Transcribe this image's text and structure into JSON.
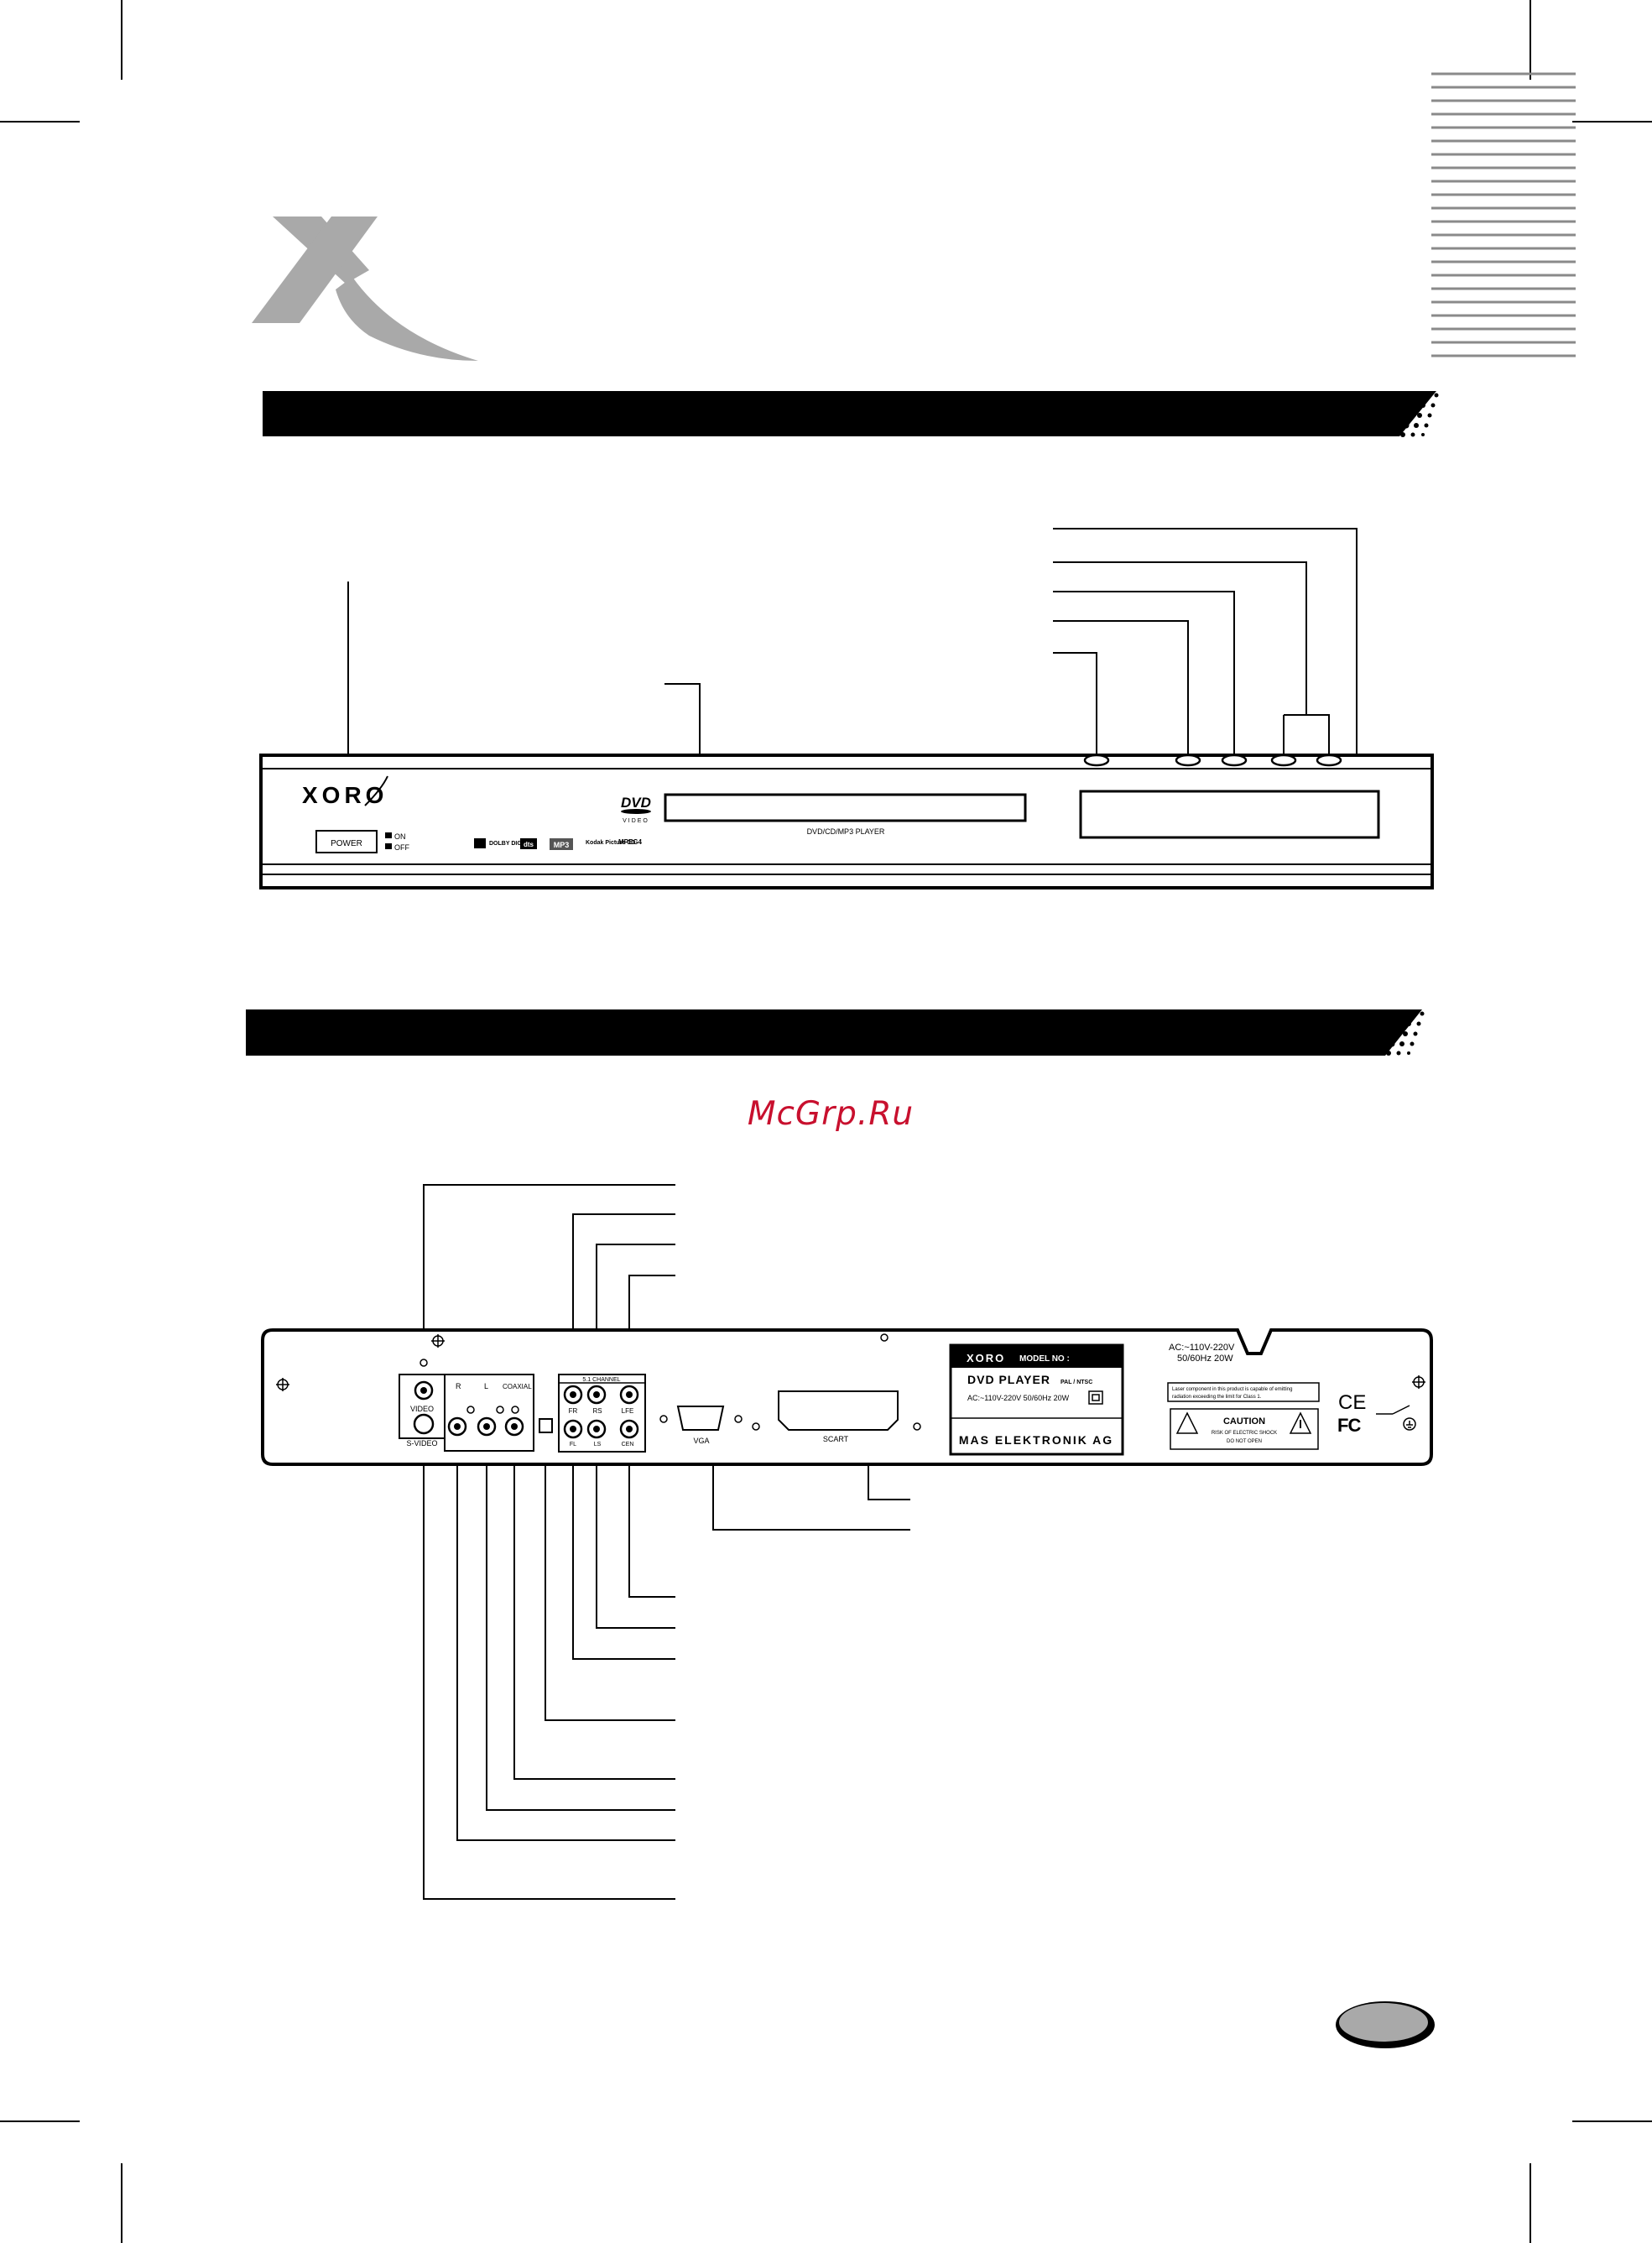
{
  "brand": {
    "logo_letter": "X",
    "name": "XORO"
  },
  "front_panel": {
    "power_button": "POWER",
    "power_on": "ON",
    "power_off": "OFF",
    "dvd_logo_top": "DVD",
    "dvd_logo_bottom": "VIDEO",
    "display_caption": "DVD/CD/MP3 PLAYER",
    "format_logos": [
      "DOLBY DIGITAL",
      "dts",
      "MP3",
      "Kodak Picture CD",
      "MPEG4"
    ]
  },
  "rear_panel": {
    "video_label": "VIDEO",
    "svideo_label": "S-VIDEO",
    "audio_r": "R",
    "audio_l": "L",
    "coaxial": "COAXIAL",
    "channel_header": "5.1 CHANNEL",
    "ch_fr": "FR",
    "ch_rs": "RS",
    "ch_lfe": "LFE",
    "ch_fl": "FL",
    "ch_ls": "LS",
    "ch_cen": "CEN",
    "vga": "VGA",
    "scart": "SCART",
    "label_model": "MODEL NO :",
    "label_title": "DVD PLAYER",
    "label_system": "PAL / NTSC",
    "label_power": "AC:~110V-220V  50/60Hz 20W",
    "label_maker": "MAS ELEKTRONIK AG",
    "ac_line1": "AC:~110V-220V",
    "ac_line2": "50/60Hz 20W",
    "laser_warning_1": "Laser component in this product is capable of emitting",
    "laser_warning_2": "radiation exceeding the limit for Class 1.",
    "caution": "CAUTION",
    "caution_line1": "RISK OF ELECTRIC SHOCK",
    "caution_line2": "DO NOT OPEN",
    "ce_mark": "CE",
    "fc_mark": "FC"
  },
  "watermark": "McGrp.Ru"
}
